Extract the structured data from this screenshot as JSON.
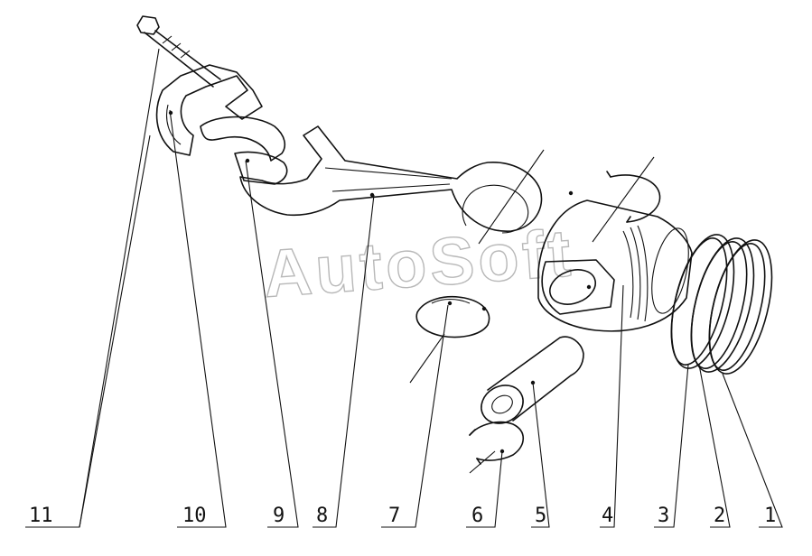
{
  "watermark": "AutoSoft",
  "callouts": [
    {
      "id": "11",
      "label": "11"
    },
    {
      "id": "10",
      "label": "10"
    },
    {
      "id": "9",
      "label": "9"
    },
    {
      "id": "8",
      "label": "8"
    },
    {
      "id": "7",
      "label": "7"
    },
    {
      "id": "6",
      "label": "6"
    },
    {
      "id": "5",
      "label": "5"
    },
    {
      "id": "4",
      "label": "4"
    },
    {
      "id": "3",
      "label": "3"
    },
    {
      "id": "2",
      "label": "2"
    },
    {
      "id": "1",
      "label": "1"
    }
  ]
}
